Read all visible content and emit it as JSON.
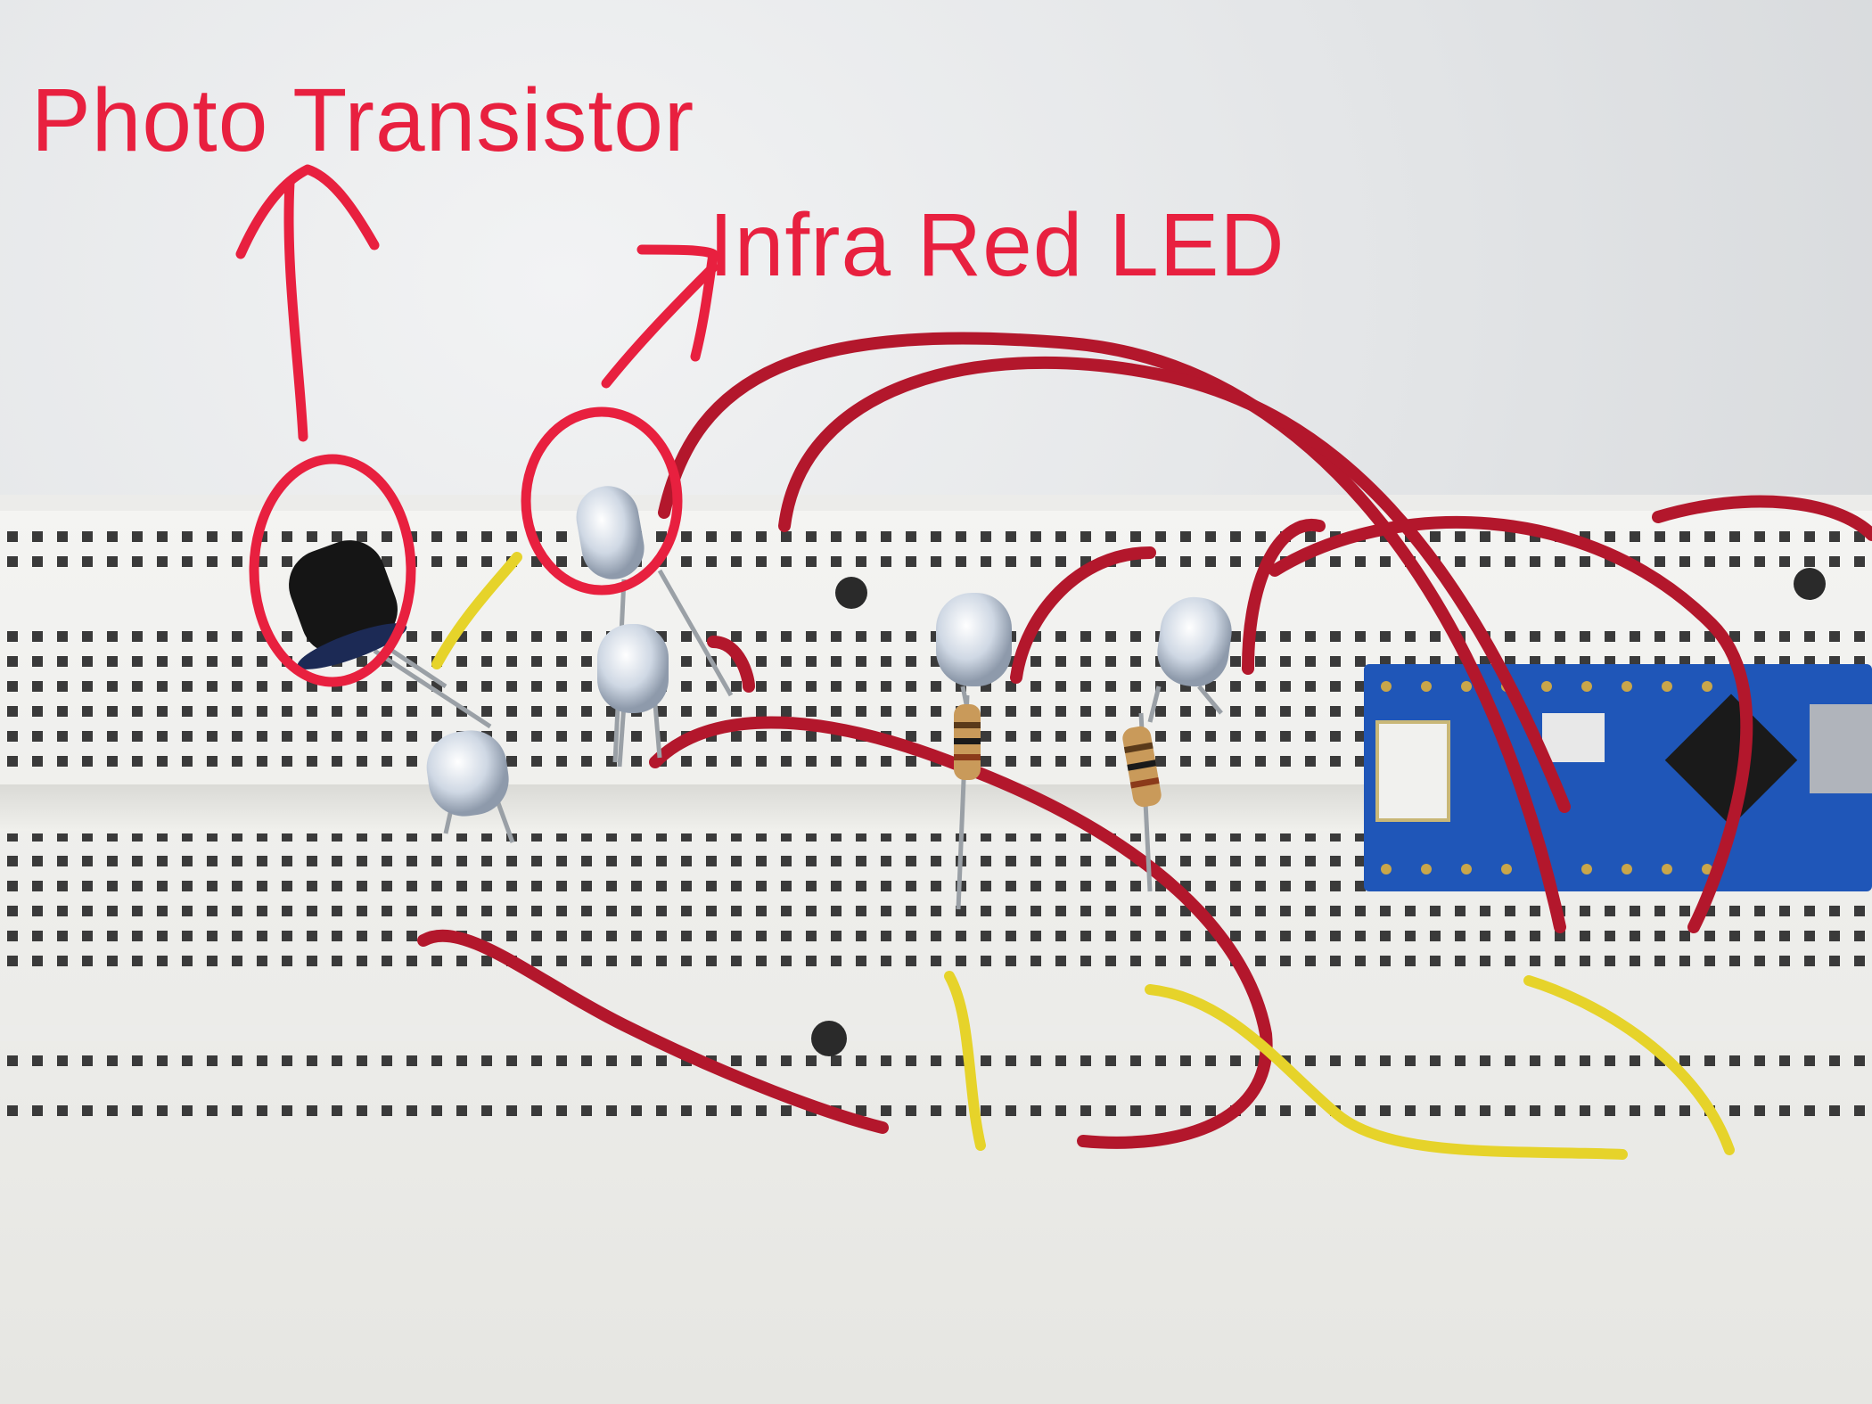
{
  "photo": {
    "annotations": {
      "photo_transistor_label": "Photo Transistor",
      "infra_red_led_label": "Infra Red LED"
    },
    "colors": {
      "annotation_red": "#e8203f",
      "wire_red": "#b3172c",
      "wire_yellow": "#e6d32a",
      "breadboard": "#f1f1ee",
      "nano_board": "#1f56b8"
    },
    "icons": [
      "photo-transistor",
      "ir-led",
      "led",
      "resistor",
      "arduino-nano",
      "jumper-wire"
    ]
  }
}
